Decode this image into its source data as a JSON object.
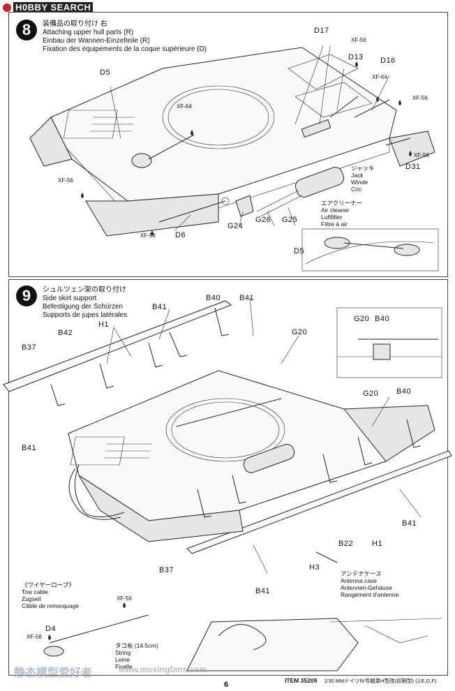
{
  "watermark_top": {
    "brand": "H0BBY SEARCH"
  },
  "step8": {
    "number": "8",
    "titles": [
      "装備品の取り付け 右",
      "Attaching upper hull parts (R)",
      "Einbau der Wannen-Einzelteile (R)",
      "Fixation des équipements de la coque supérieure (D)"
    ],
    "parts": [
      "D5",
      "D17",
      "D13",
      "D16",
      "D31",
      "D6",
      "G24",
      "G26",
      "G25",
      "D5"
    ],
    "paints": [
      "XF-64",
      "XF-56",
      "XF-64",
      "XF-56",
      "XF-56",
      "XF-56",
      "XF-56"
    ],
    "jack": [
      "ジャッキ",
      "Jack",
      "Winde",
      "Cric"
    ],
    "air": [
      "エアクリーナー",
      "Air cleaner",
      "Luftfilter",
      "Filtre à air"
    ]
  },
  "step9": {
    "number": "9",
    "titles": [
      "シュルツェン架の取り付け",
      "Side skirt support",
      "Befestigung der Schürzen",
      "Supports de jupes latérales"
    ],
    "parts": [
      "B40",
      "B41",
      "B41",
      "H1",
      "B42",
      "B37",
      "G20",
      "G20",
      "B40",
      "G20",
      "B40",
      "B41",
      "B41",
      "B22",
      "H1",
      "B37",
      "H3",
      "B41"
    ],
    "antenna": [
      "アンテナケース",
      "Antenna case",
      "Antennen-Gehäuse",
      "Rangement d'antenne"
    ],
    "tow": [
      "《ワイヤーロープ》",
      "Tow cable",
      "Zugseil",
      "Câble de remorquage"
    ],
    "tow_parts": [
      "D4"
    ],
    "tow_paints": [
      "XF-56",
      "XF-56"
    ],
    "string": [
      "タコ糸 (14.5cm)",
      "String",
      "Leine",
      "Ficelle"
    ]
  },
  "footer": {
    "page": "6",
    "item": "ITEM 35209",
    "model": "1/35 MMドイツⅣ号戦車H型改(初期型) (J,E,G,F)"
  },
  "watermark_bottom": {
    "cn": "静态模型爱好者",
    "url": "www.moxingfans.com"
  }
}
